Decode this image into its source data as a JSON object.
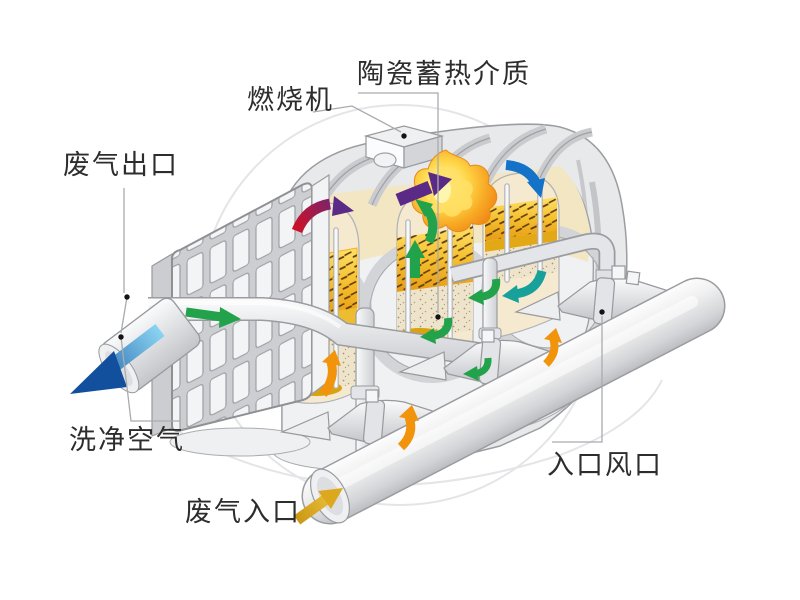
{
  "diagram": {
    "labels": {
      "ceramic_media": "陶瓷蓄热介质",
      "burner": "燃烧机",
      "exhaust_outlet": "废气出口",
      "clean_air": "洗净空气",
      "waste_gas_inlet": "废气入口",
      "inlet_vent": "入口风口"
    },
    "colors": {
      "green_arrow": "#22a24a",
      "teal_arrow": "#18a09a",
      "orange_arrow": "#f2930c",
      "purple_arrow": "#5b2a86",
      "red_arrow": "#ce1126",
      "blue_arrow": "#1472c8",
      "gold_arrow": "#dca81e",
      "flame_core": "#ffe066",
      "flame_edge": "#ee7f15",
      "ceramic_bed_yellow": "#f2b41f",
      "sand_bed": "#eee4cb",
      "plenum_cream": "#f3e6c2",
      "machine_gray": "#eceef0",
      "outline_gray": "#9b9da1",
      "leader_line": "#a9abaf",
      "label_text": "#2d2d2d"
    },
    "icons": [
      "flame-icon",
      "arrow-curved-red-purple-icon",
      "arrow-purple-right-icon",
      "arrow-green-up-icon",
      "arrow-green-hook-icon",
      "arrow-blue-curved-icon",
      "arrow-teal-curved-icon",
      "arrow-green-curl-icon",
      "arrow-orange-curl-icon",
      "arrow-blue-outlet-icon",
      "arrow-gold-inlet-icon",
      "arrow-green-duct-icon"
    ]
  }
}
